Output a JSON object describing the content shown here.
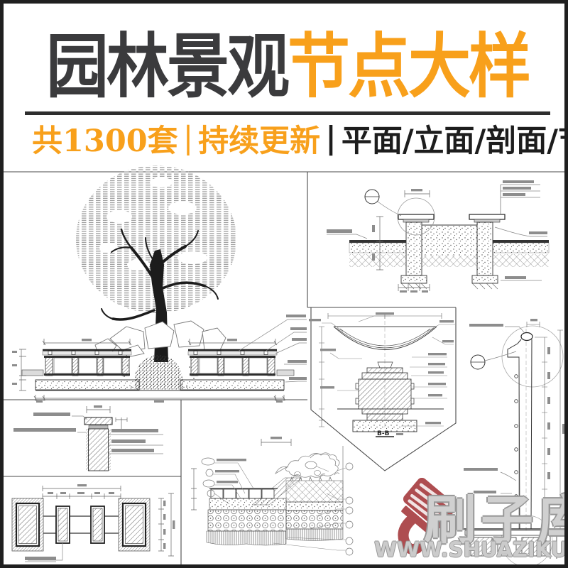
{
  "colors": {
    "accent_orange": "#f8a01b",
    "title_dark": "#3b3b3d",
    "divider": "#2e2e2e",
    "subtitle_black": "#1d1d1d",
    "watermark_red": "#a84043",
    "cad_line": "#555555",
    "frame": "#1f1f1f"
  },
  "header": {
    "title_part1": "园林景观",
    "title_part2": "节点大样",
    "subtitle_count": "共1300套",
    "subtitle_sep1": "|",
    "subtitle_update": "持续更新",
    "subtitle_sep2": "|",
    "subtitle_types": "平面/立面/剖面/节点/大样"
  },
  "drawings": {
    "panel_names": [
      "tree-planting-elevation",
      "planter-footing-section",
      "fountain-bowl-section",
      "pole-detail-elevation",
      "wall-column-section",
      "gate-pier-plan",
      "pavement-layers-section"
    ],
    "fountain_section_label": "B-B"
  },
  "watermark": {
    "icon": "paint-brush-icon",
    "brand": "刷子库",
    "url": "WWW.SHUAZIKU.COM"
  }
}
